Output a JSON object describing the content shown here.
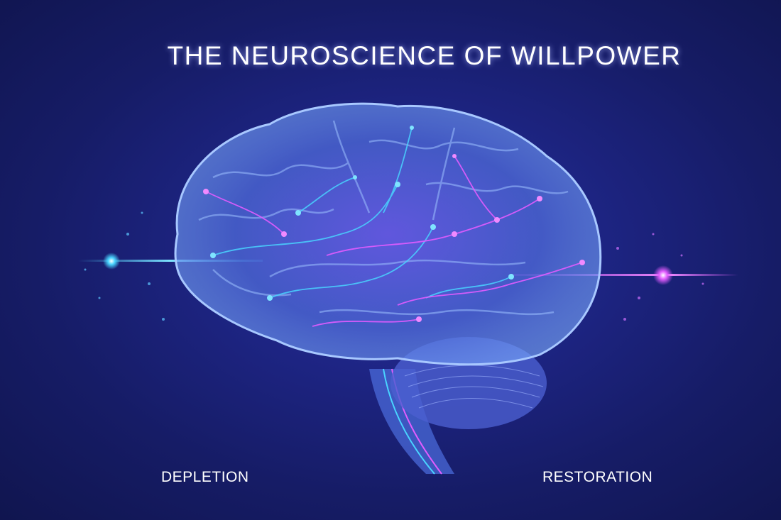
{
  "title": "THE NEUROSCIENCE OF WILLPOWER",
  "labels": {
    "left": "DEPLETION",
    "right": "RESTORATION"
  },
  "illustration": {
    "subject": "glowing-brain",
    "colors": {
      "background": "#1a2070",
      "cyan_glow": "#3fd0ff",
      "magenta_glow": "#e050ff",
      "brain_fill": "#5a70e0"
    }
  }
}
